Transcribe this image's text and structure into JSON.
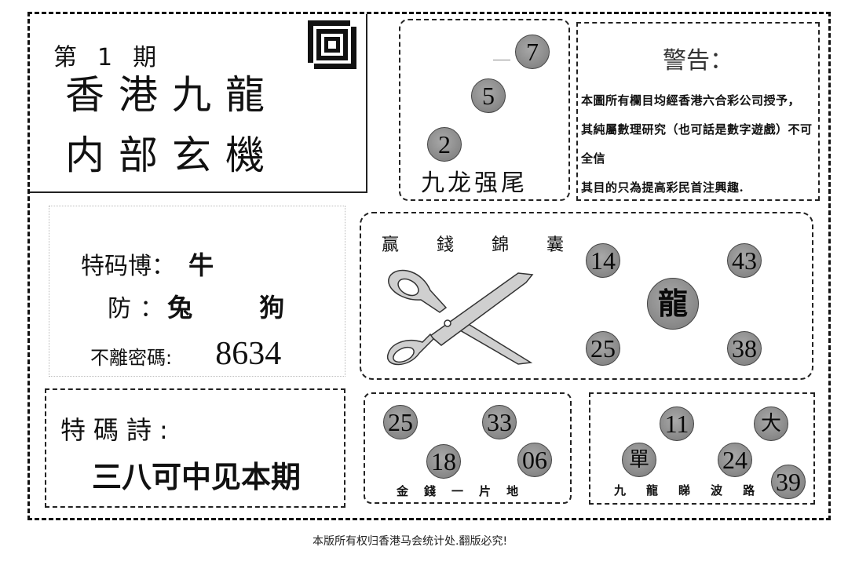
{
  "header": {
    "issue_prefix": "第",
    "issue_number": "1",
    "issue_suffix": "期",
    "title": "香港九龍",
    "subtitle": "内部玄機",
    "logo_icon": "square-spiral-logo-icon"
  },
  "tail_section": {
    "balls": [
      "7",
      "5",
      "2"
    ],
    "label": "九龙强尾"
  },
  "warning": {
    "title": "警告：",
    "lines": [
      "本圖所有欄目均經香港六合彩公司授予，",
      "其純屬數理研究（也可話是數字遊戲）不可全信",
      "其目的只為提高彩民首注興趣."
    ]
  },
  "zodiac": {
    "special_label": "特码博：",
    "special_value": "牛",
    "guard_label": "防",
    "guard_colon": "：",
    "guard_values": [
      "兔",
      "狗"
    ],
    "code_label": "不離密碼:",
    "code_value": "8634"
  },
  "poem": {
    "label": "特碼詩:",
    "text": "三八可中见本期"
  },
  "money_bag": {
    "title": [
      "赢",
      "錢",
      "錦",
      "囊"
    ],
    "scissors_icon": "scissors-icon",
    "center_ball": "龍",
    "balls": [
      "14",
      "43",
      "25",
      "38"
    ]
  },
  "gold_land": {
    "balls": [
      "25",
      "33",
      "18",
      "06"
    ],
    "label": [
      "金",
      "錢",
      "一",
      "片",
      "地"
    ]
  },
  "wave_road": {
    "balls": [
      "11",
      "大",
      "單",
      "24",
      "39"
    ],
    "label": [
      "九",
      "龍",
      "睇",
      "波",
      "路"
    ]
  },
  "footer": {
    "copyright": "本版所有权归香港马会统计处.翻版必究!"
  },
  "colors": {
    "ball_fill": "#8c8c8c",
    "ink": "#111111",
    "background": "#ffffff"
  }
}
